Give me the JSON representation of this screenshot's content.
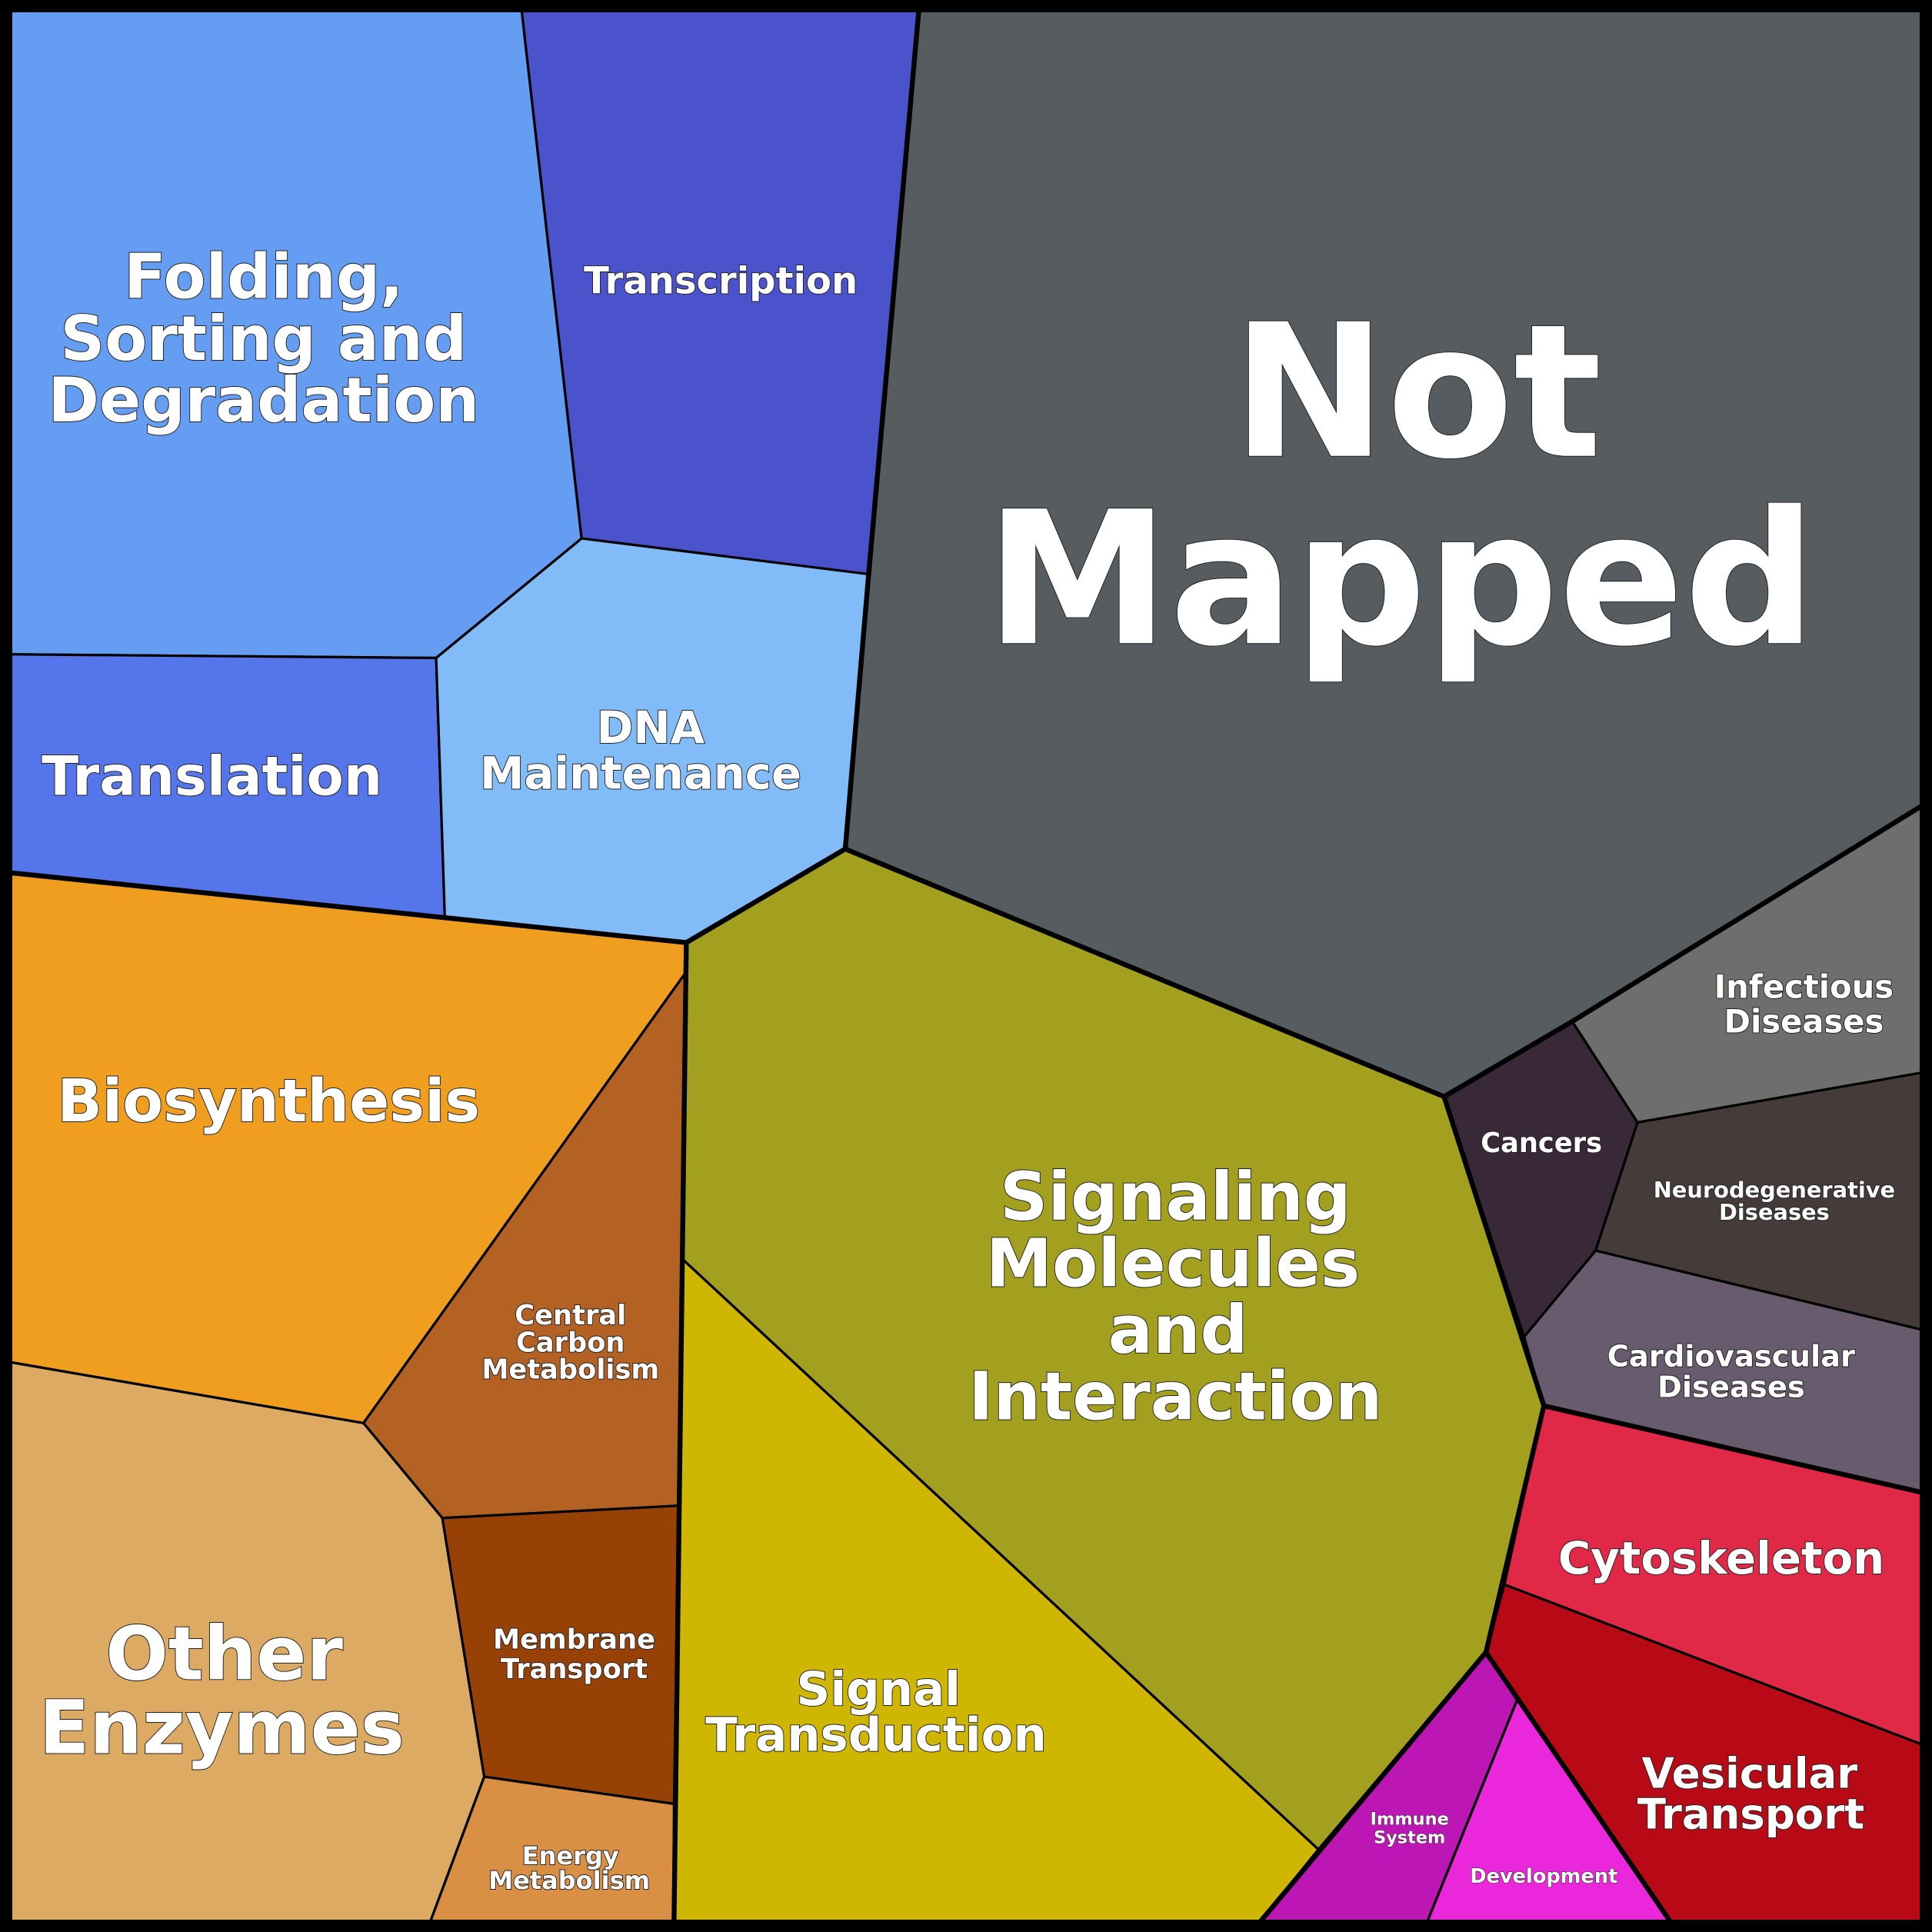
{
  "title": "Proteomap (Voronoi treemap of protein functional categories)",
  "cells": {
    "folding": {
      "lines": [
        "Folding,",
        "Sorting and",
        "Degradation"
      ],
      "color": "#659df2"
    },
    "transcription": {
      "lines": [
        "Transcription"
      ],
      "color": "#4a52cc"
    },
    "not_mapped": {
      "lines": [
        "Not",
        "Mapped"
      ],
      "color": "#575c61"
    },
    "translation": {
      "lines": [
        "Translation"
      ],
      "color": "#5575ea"
    },
    "dna": {
      "lines": [
        "DNA",
        "Maintenance"
      ],
      "color": "#82bcf8"
    },
    "biosynthesis": {
      "lines": [
        "Biosynthesis"
      ],
      "color": "#ef9e20"
    },
    "central_carbon": {
      "lines": [
        "Central",
        "Carbon",
        "Metabolism"
      ],
      "color": "#b46223"
    },
    "other_enzymes": {
      "lines": [
        "Other",
        "Enzymes"
      ],
      "color": "#dcaa62"
    },
    "membrane": {
      "lines": [
        "Membrane",
        "Transport"
      ],
      "color": "#974106"
    },
    "energy": {
      "lines": [
        "Energy",
        "Metabolism"
      ],
      "color": "#d98f44"
    },
    "signaling": {
      "lines": [
        "Signaling",
        "Molecules",
        "and",
        "Interaction"
      ],
      "color": "#a3a020"
    },
    "signal_transduction": {
      "lines": [
        "Signal",
        "Transduction"
      ],
      "color": "#cfb602"
    },
    "infectious": {
      "lines": [
        "Infectious",
        "Diseases"
      ],
      "color": "#6e6e6c"
    },
    "cancers": {
      "lines": [
        "Cancers"
      ],
      "color": "#382838"
    },
    "neuro": {
      "lines": [
        "Neurodegenerative",
        "Diseases"
      ],
      "color": "#453b3b"
    },
    "cardio": {
      "lines": [
        "Cardiovascular",
        "Diseases"
      ],
      "color": "#675b6d"
    },
    "cytoskeleton": {
      "lines": [
        "Cytoskeleton"
      ],
      "color": "#e12847"
    },
    "vesicular": {
      "lines": [
        "Vesicular",
        "Transport"
      ],
      "color": "#b80a16"
    },
    "immune": {
      "lines": [
        "Immune",
        "System"
      ],
      "color": "#bc16b4"
    },
    "development": {
      "lines": [
        "Development"
      ],
      "color": "#ea27db"
    }
  }
}
